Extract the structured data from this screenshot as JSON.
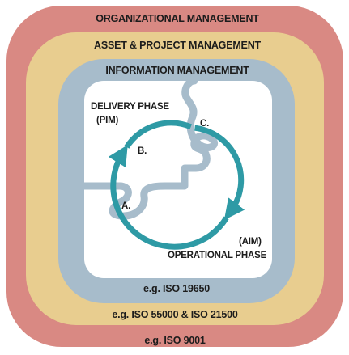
{
  "colors": {
    "organizational": "#d98983",
    "asset_project": "#e8cd8f",
    "information": "#a7bccb",
    "cycle_arrow": "#2e9aa5",
    "center": "#ffffff"
  },
  "layers": {
    "organizational": {
      "title": "ORGANIZATIONAL MANAGEMENT",
      "standard": "e.g. ISO 9001"
    },
    "asset_project": {
      "title": "ASSET & PROJECT MANAGEMENT",
      "standard": "e.g. ISO 55000 & ISO 21500"
    },
    "information": {
      "title": "INFORMATION MANAGEMENT",
      "standard": "e.g. ISO 19650"
    }
  },
  "phases": {
    "delivery": {
      "line1": "DELIVERY PHASE",
      "line2": "(PIM)"
    },
    "operational": {
      "line1": "(AIM)",
      "line2": "OPERATIONAL PHASE"
    }
  },
  "points": {
    "a": "A.",
    "b": "B.",
    "c": "C."
  }
}
